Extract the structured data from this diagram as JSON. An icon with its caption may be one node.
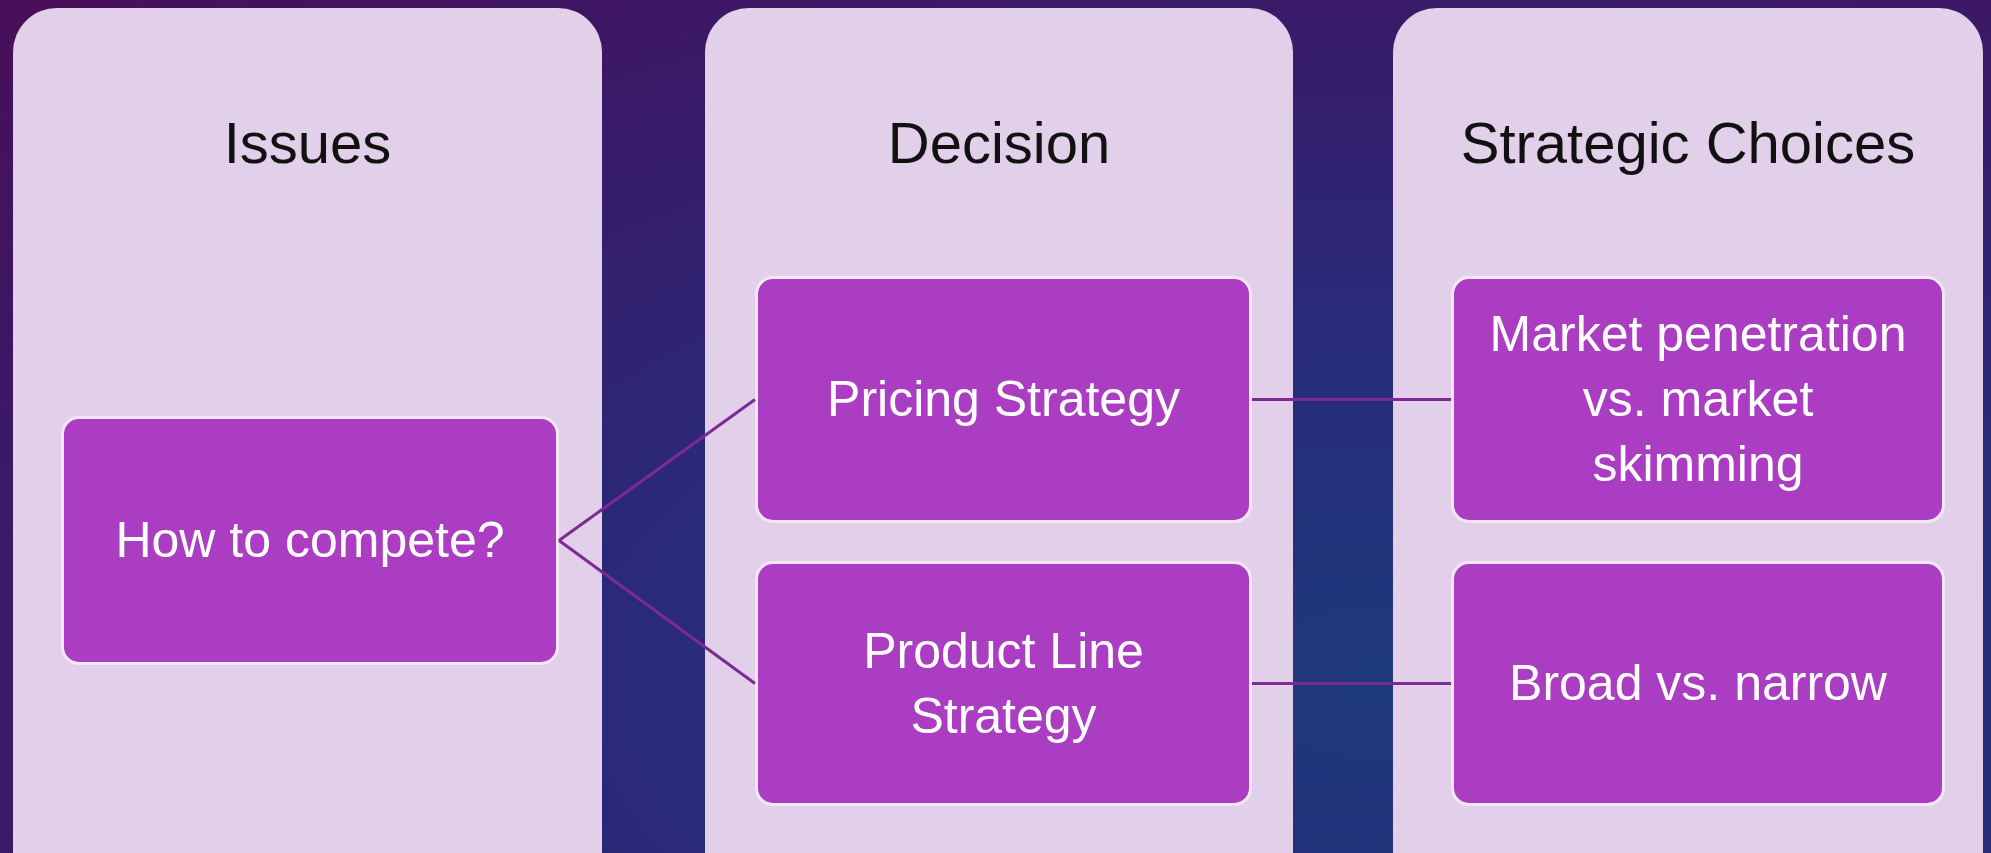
{
  "diagram": {
    "nodes": [
      {
        "text": [
          "Issues"
        ]
      },
      {
        "text": [
          "How to compete?"
        ],
        "in": 0
      },
      {
        "text": [
          "Decision"
        ]
      },
      {
        "text": [
          "Pricing Strategy"
        ],
        "in": 2
      },
      {
        "text": [
          "Product Line Strategy"
        ],
        "in": 2
      },
      {
        "text": [
          "Strategic Choices"
        ]
      },
      {
        "text": [
          "Market penetration vs. market skimming"
        ],
        "in": 5
      },
      {
        "text": [
          "Broad vs. narrow"
        ],
        "in": 5
      }
    ],
    "edges": [
      {
        "from": 1,
        "to": 3,
        "arrow": "none"
      },
      {
        "from": 1,
        "to": 4,
        "arrow": "none"
      },
      {
        "from": 3,
        "to": 6,
        "arrow": "none"
      },
      {
        "from": 4,
        "to": 7,
        "arrow": "none"
      }
    ]
  }
}
